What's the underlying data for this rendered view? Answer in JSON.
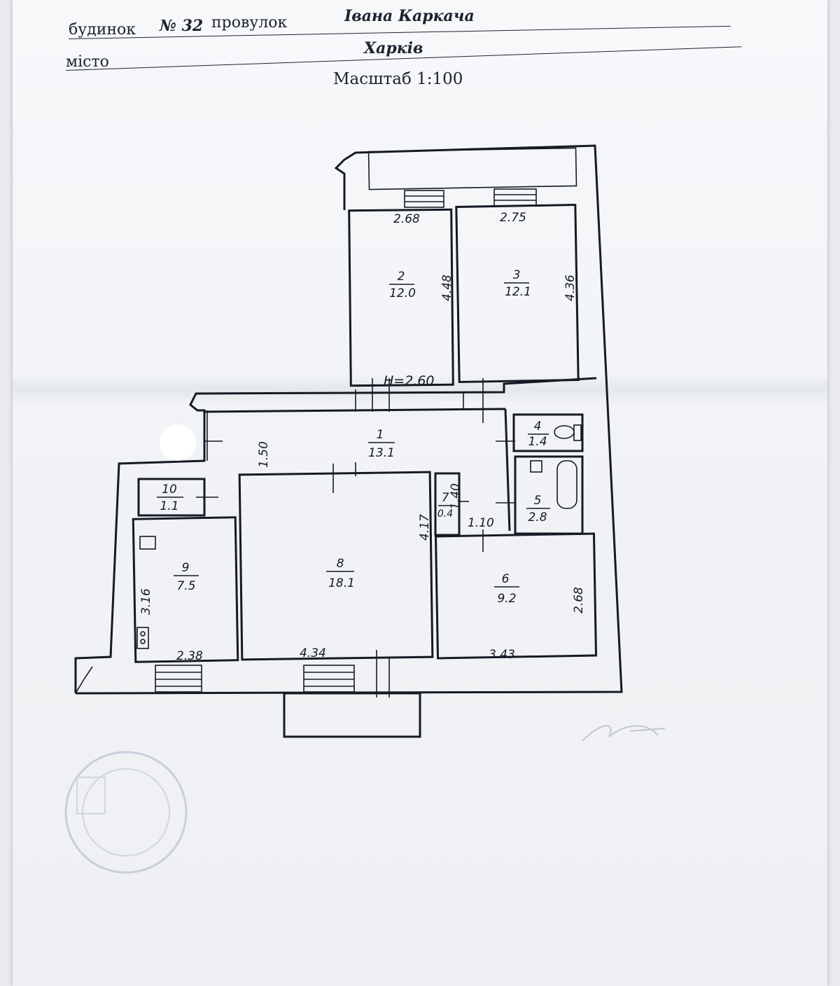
{
  "header": {
    "house_label": "будинок",
    "house_number": "№ 32",
    "street_type": "провулок",
    "street_name": "Івана Каркача",
    "city_label": "місто",
    "city_name": "Харків",
    "scale": "Масштаб 1:100"
  },
  "plan": {
    "ceiling_height": "Н=2.60",
    "rooms": [
      {
        "number": "1",
        "area": "13.1"
      },
      {
        "number": "2",
        "area": "12.0"
      },
      {
        "number": "3",
        "area": "12.1"
      },
      {
        "number": "4",
        "area": "1.4"
      },
      {
        "number": "5",
        "area": "2.8"
      },
      {
        "number": "6",
        "area": "9.2"
      },
      {
        "number": "7",
        "area": "0.4"
      },
      {
        "number": "8",
        "area": "18.1"
      },
      {
        "number": "9",
        "area": "7.5"
      },
      {
        "number": "10",
        "area": "1.1"
      }
    ],
    "dimensions": {
      "room2_width": "2.68",
      "room3_width": "2.75",
      "room2_length": "4.48",
      "room3_length": "4.36",
      "hall_width": "1.50",
      "room7_length": "1.40",
      "room7_width": "1.10",
      "room8_length": "4.17",
      "room9_length": "3.16",
      "room6_length": "2.68",
      "room9_width": "2.38",
      "room8_width": "4.34",
      "room6_width": "3.43"
    }
  }
}
